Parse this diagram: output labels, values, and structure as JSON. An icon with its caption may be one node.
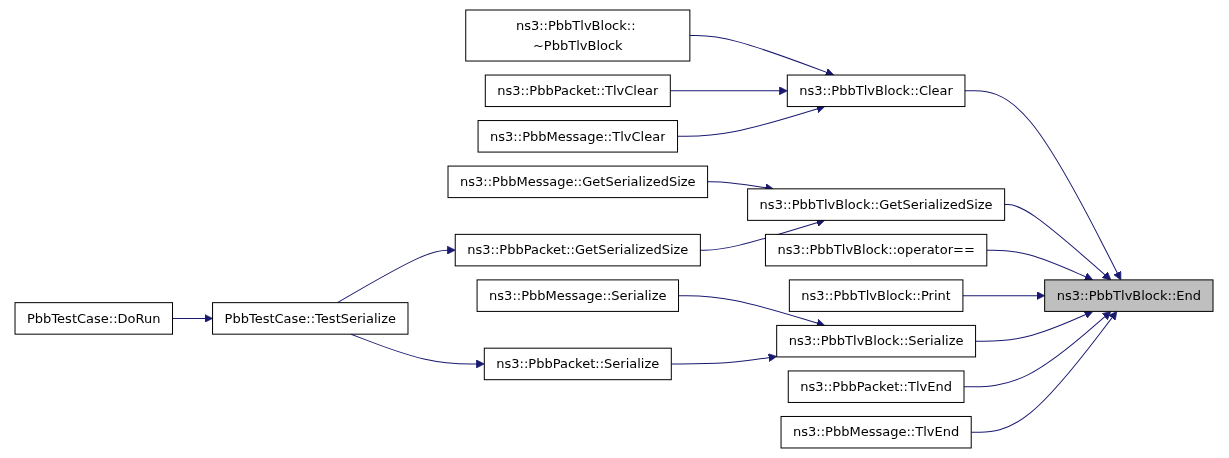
{
  "diagram": {
    "nodes": [
      {
        "text": [
          "ns3::PbbTlvBlock::End"
        ]
      },
      {
        "text": [
          "ns3::PbbTlvBlock::Clear"
        ]
      },
      {
        "text": [
          "ns3::PbbTlvBlock:: ~PbbTlvBlock"
        ]
      },
      {
        "text": [
          "ns3::PbbPacket::TlvClear"
        ]
      },
      {
        "text": [
          "ns3::PbbMessage::TlvClear"
        ]
      },
      {
        "text": [
          "ns3::PbbTlvBlock::GetSerializedSize"
        ]
      },
      {
        "text": [
          "ns3::PbbMessage::GetSerializedSize"
        ]
      },
      {
        "text": [
          "ns3::PbbPacket::GetSerializedSize"
        ]
      },
      {
        "text": [
          "PbbTestCase::TestSerialize"
        ]
      },
      {
        "text": [
          "PbbTestCase::DoRun"
        ]
      },
      {
        "text": [
          "ns3::PbbTlvBlock::operator=="
        ]
      },
      {
        "text": [
          "ns3::PbbTlvBlock::Print"
        ]
      },
      {
        "text": [
          "ns3::PbbTlvBlock::Serialize"
        ]
      },
      {
        "text": [
          "ns3::PbbMessage::Serialize"
        ]
      },
      {
        "text": [
          "ns3::PbbPacket::Serialize"
        ]
      },
      {
        "text": [
          "ns3::PbbPacket::TlvEnd"
        ]
      },
      {
        "text": [
          "ns3::PbbMessage::TlvEnd"
        ]
      }
    ],
    "edges": [
      {
        "from": 1,
        "to": 0,
        "arrow": "to"
      },
      {
        "from": 5,
        "to": 0,
        "arrow": "to"
      },
      {
        "from": 10,
        "to": 0,
        "arrow": "to"
      },
      {
        "from": 11,
        "to": 0,
        "arrow": "to"
      },
      {
        "from": 12,
        "to": 0,
        "arrow": "to"
      },
      {
        "from": 15,
        "to": 0,
        "arrow": "to"
      },
      {
        "from": 16,
        "to": 0,
        "arrow": "to"
      },
      {
        "from": 2,
        "to": 1,
        "arrow": "to"
      },
      {
        "from": 3,
        "to": 1,
        "arrow": "to"
      },
      {
        "from": 4,
        "to": 1,
        "arrow": "to"
      },
      {
        "from": 6,
        "to": 5,
        "arrow": "to"
      },
      {
        "from": 7,
        "to": 5,
        "arrow": "to"
      },
      {
        "from": 8,
        "to": 7,
        "arrow": "to"
      },
      {
        "from": 9,
        "to": 8,
        "arrow": "to"
      },
      {
        "from": 8,
        "to": 14,
        "arrow": "to"
      },
      {
        "from": 13,
        "to": 12,
        "arrow": "to"
      },
      {
        "from": 14,
        "to": 12,
        "arrow": "to"
      }
    ]
  }
}
